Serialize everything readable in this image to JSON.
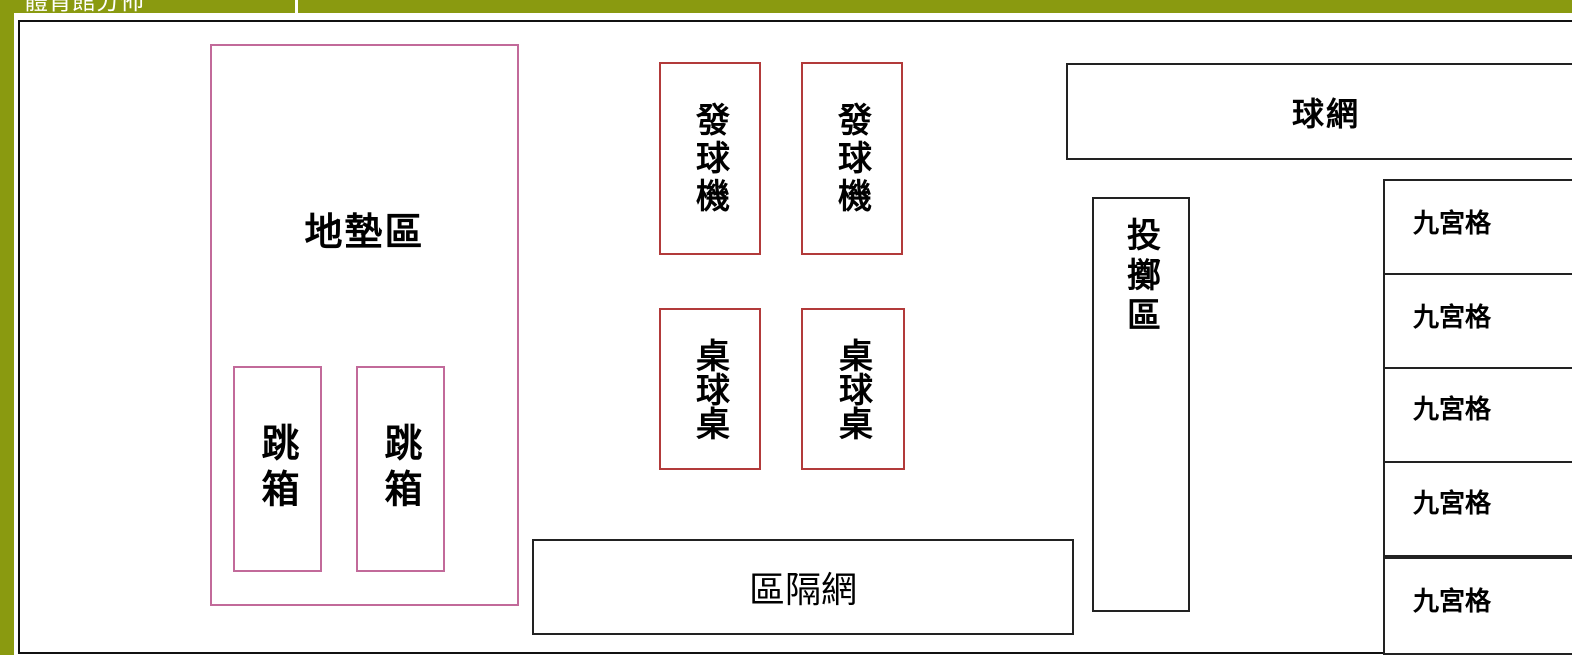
{
  "title": "體育館分佈",
  "colors": {
    "frame": "#8a9a10",
    "pink_border": "#c26a9a",
    "red_border": "#b23a3a",
    "black_border": "#222222"
  },
  "areas": {
    "mat_area": "地墊區",
    "vault_box_1": "跳箱",
    "vault_box_2": "跳箱",
    "serve_machine_1": "發球機",
    "serve_machine_2": "發球機",
    "pingpong_table_1": "桌球桌",
    "pingpong_table_2": "桌球桌",
    "divider_net": "區隔網",
    "ball_net": "球網",
    "throwing_area": "投擲區",
    "lockers": [
      "九宮格",
      "九宮格",
      "九宮格",
      "九宮格",
      "九宮格"
    ]
  }
}
